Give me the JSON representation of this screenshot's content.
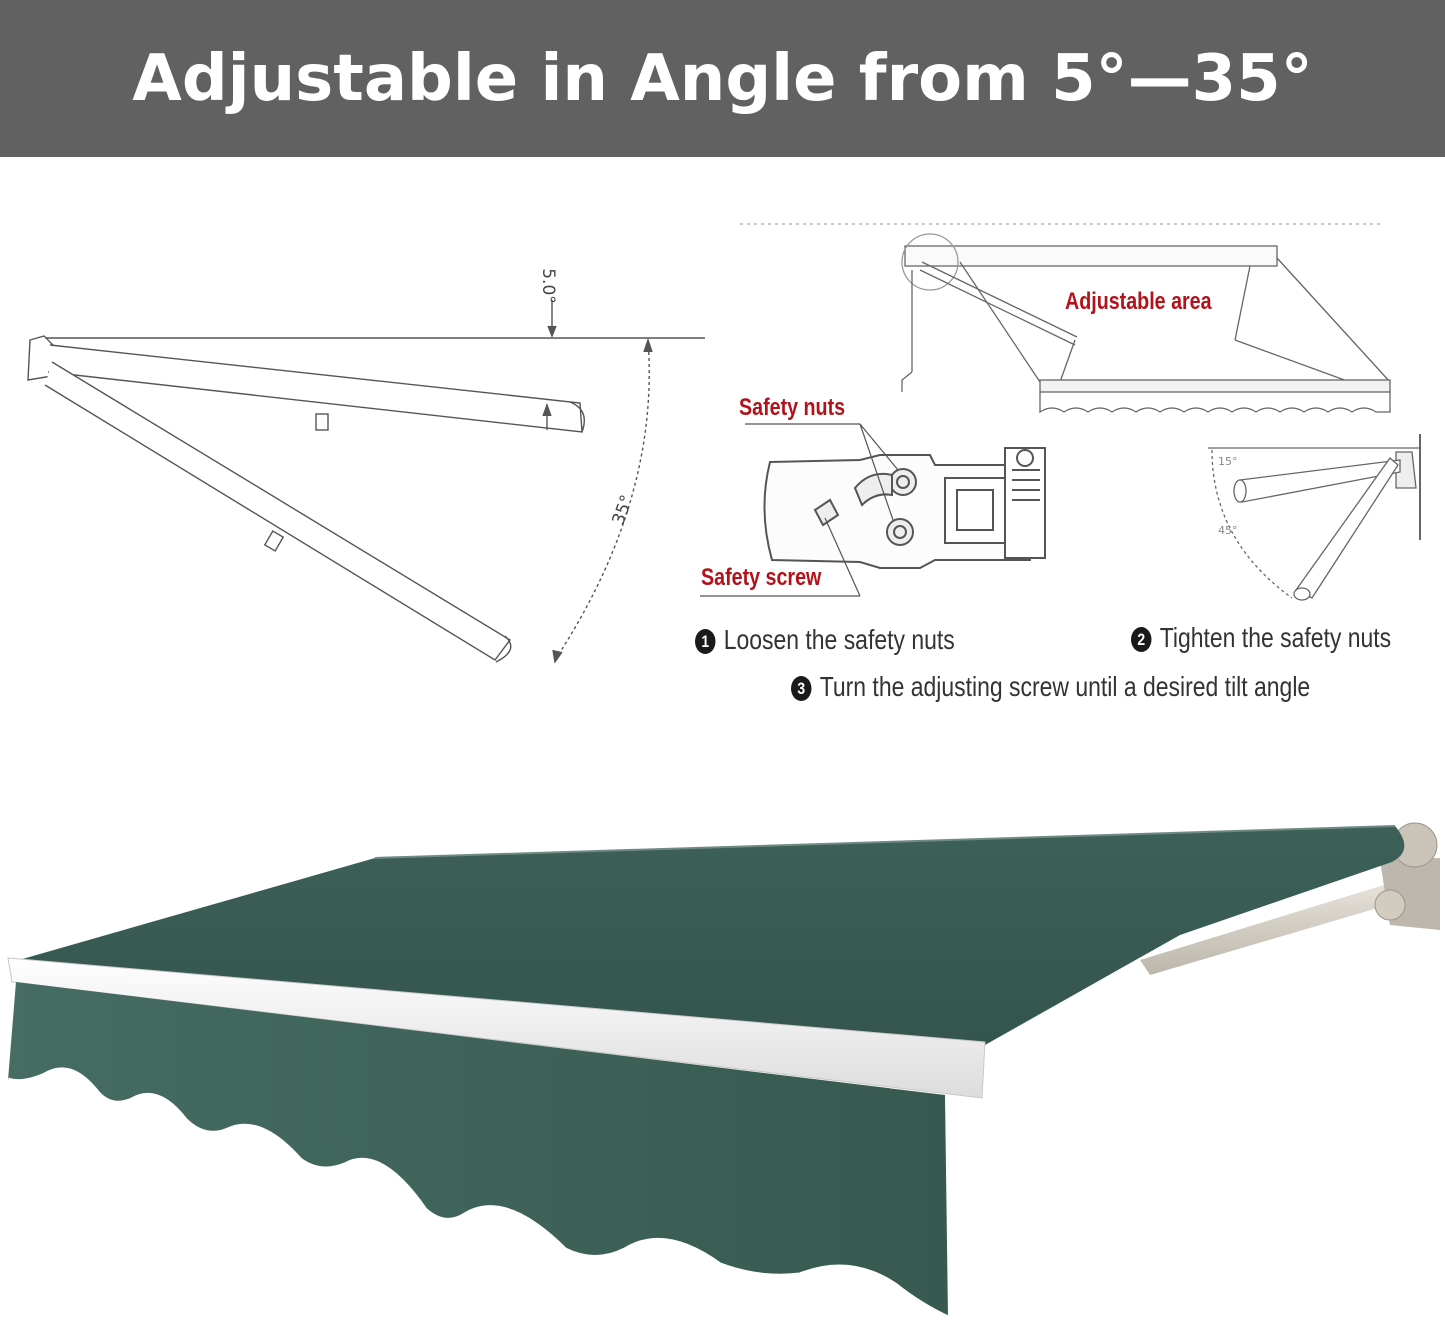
{
  "header": {
    "title": "Adjustable in Angle from 5°—35°"
  },
  "angle_diagram": {
    "min_angle": "5.0°",
    "max_angle": "35°"
  },
  "callouts": {
    "adjustable_area": "Adjustable area",
    "safety_nuts": "Safety nuts",
    "safety_screw": "Safety screw"
  },
  "detail_angles": {
    "upper": "15°",
    "lower": "45°"
  },
  "steps": [
    {
      "num": "1",
      "text": "Loosen the safety nuts"
    },
    {
      "num": "2",
      "text": "Tighten the safety nuts"
    },
    {
      "num": "3",
      "text": "Turn the adjusting screw until a desired tilt angle"
    }
  ],
  "colors": {
    "banner": "#616161",
    "callout_red": "#b3121b",
    "awning_fabric": "#3a5e55",
    "front_bar": "#f2f2f2"
  }
}
